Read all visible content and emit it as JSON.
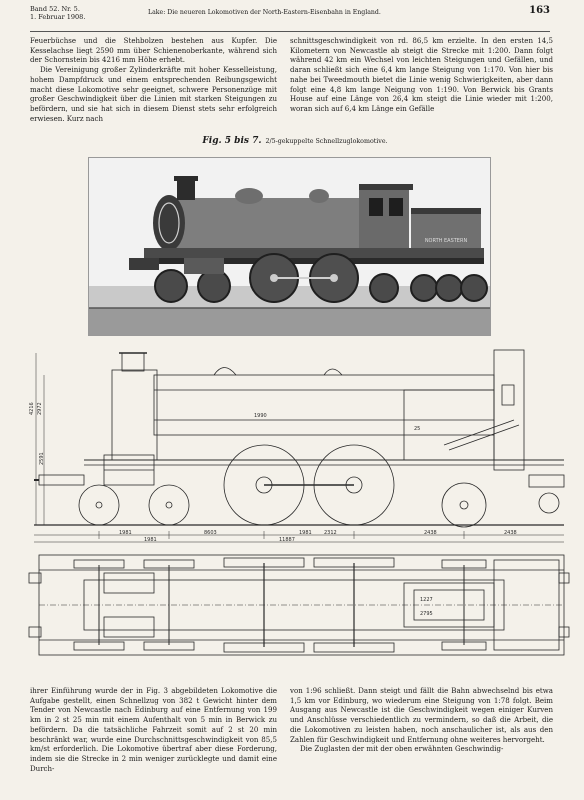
{
  "header": {
    "vol_line1": "Band 52.  Nr. 5.",
    "vol_line2": "1. Februar 1908.",
    "title": "Lake:  Die neueren Lokomotiven der North-Eastern-Eisenbahn in England.",
    "page_number": "163"
  },
  "columns": {
    "top_left": [
      "Feuerbüchse und die Stehbolzen bestehen aus Kupfer.  Die Kesselachse liegt 2590 mm über Schienenoberkante, während sich der Schornstein bis 4216 mm Höhe erhebt.",
      "Die Vereinigung großer Zylinderkräfte mit hoher Kesselleistung, hohem Dampfdruck und einem entsprechenden Reibungsgewicht macht diese Lokomotive sehr geeignet, schwere Personenzüge mit großer Geschwindigkeit über die Linien mit starken Steigungen zu befördern, und sie hat sich in diesem Dienst stets sehr erfolgreich erwiesen.  Kurz nach"
    ],
    "top_right": [
      "schnittsgeschwindigkeit von rd. 86,5 km erzielte.  In den ersten 14,5 Kilometern von Newcastle ab steigt die Strecke mit 1:200.  Dann folgt während 42 km ein Wechsel von leichten Steigungen und Gefällen, und daran schließt sich eine 6,4 km lange Steigung von 1:170.  Von hier bis nahe bei Tweedmouth bietet die Linie wenig Schwierigkeiten, aber dann folgt eine 4,8 km lange Neigung von 1:190.  Von Berwick bis Grants House auf eine Länge von 26,4 km steigt die Linie wieder mit 1:200, woran sich auf 6,4 km Länge ein Gefälle"
    ],
    "bottom_left": [
      "ihrer Einführung wurde der in Fig. 3 abgebildeten Lokomotive die Aufgabe gestellt, einen Schnellzug von 382 t Gewicht hinter dem Tender von Newcastle nach Edinburg auf eine Entfernung von 199 km in 2 st 25 min mit einem Aufenthalt von 5 min in Berwick zu befördern.  Da die tatsächliche Fahrzeit somit auf 2 st 20 min beschränkt war, wurde eine Durchschnittsgeschwindigkeit von 85,5 km/st erforderlich.  Die Lokomotive übertraf aber diese Forderung, indem sie die Strecke in 2 min weniger zurücklegte und damit eine Durch-"
    ],
    "bottom_right": [
      "von 1:96 schließt.  Dann steigt und fällt die Bahn abwechselnd bis etwa 1,5 km vor Edinburg, wo wiederum eine Steigung von 1:78 folgt.  Beim Ausgang aus Newcastle ist die Geschwindigkeit wegen einiger Kurven und Anschlüsse verschiedentlich zu vermindern, so daß die Arbeit, die die Lokomotiven zu leisten haben, noch anschaulicher ist, als aus den Zahlen für Geschwindigkeit und Entfernung ohne weiteres hervorgeht.",
      "Die Zuglasten der mit der oben erwähnten Geschwindig-"
    ]
  },
  "figure": {
    "number": "Fig. 5 bis 7.",
    "caption": "2/5-gekuppelte Schnellzuglokomotive."
  },
  "photo": {
    "tender_text": "NORTH EASTERN"
  },
  "drawing": {
    "dims": {
      "d1": "1990",
      "d2": "2591",
      "d3": "1981",
      "d4": "1981",
      "d5": "2438",
      "d6": "8603",
      "d7": "2972",
      "d8": "4216",
      "d9": "1981",
      "d10": "11887",
      "d11": "2312",
      "d12": "2438",
      "d13": "25",
      "d14": "1227",
      "d15": "2795"
    }
  },
  "colors": {
    "paper": "#f4f1ea",
    "ink": "#1b1b1b",
    "photo_bg": "#f2f2f2",
    "loco_dark": "#3a3a3a",
    "loco_mid": "#8a8a8a"
  }
}
